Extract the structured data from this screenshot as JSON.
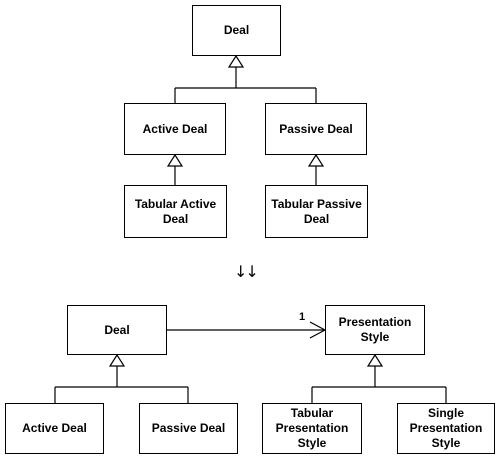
{
  "top": {
    "deal": "Deal",
    "active": "Active Deal",
    "passive": "Passive Deal",
    "tabular_active": "Tabular Active Deal",
    "tabular_passive": "Tabular Passive Deal"
  },
  "transition_arrows": "↓↓",
  "bottom": {
    "deal": "Deal",
    "multiplicity": "1",
    "presentation_style": "Presentation Style",
    "active": "Active Deal",
    "passive": "Passive Deal",
    "tabular_presentation_style": "Tabular Presentation Style",
    "single_presentation_style": "Single Presentation Style"
  }
}
